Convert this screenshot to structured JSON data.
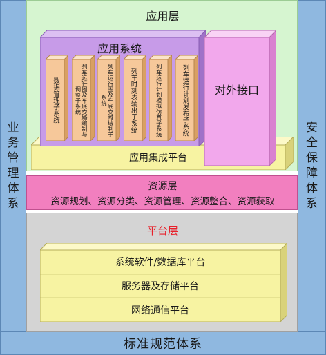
{
  "left_column": {
    "label": "业务管理体系",
    "color": "#8fb8e0"
  },
  "right_column": {
    "label": "安全保障体系",
    "color": "#8fb8e0"
  },
  "bottom_bar": {
    "label": "标准规范体系",
    "color": "#8fb8e0"
  },
  "application_layer": {
    "title": "应用层",
    "color": "#d6f5d0",
    "app_system": {
      "title": "应用系统",
      "color": "#c79be8",
      "subsystems": [
        "数据管理子系统",
        "列车运行图及车底交路编制与调整子系统",
        "列车运行图及车底交路绘制子系统",
        "列车时刻表输出子系统",
        "列车运行计划模拟仿真子系统",
        "列车运行计划发布子系统"
      ]
    },
    "external_interface": {
      "label": "对外接口",
      "color": "#f2a8ec"
    },
    "integration_platform": {
      "label": "应用集成平台",
      "color": "#f7f3a2"
    }
  },
  "resource_layer": {
    "title": "资源层",
    "items": "资源规划、资源分类、资源管理、资源整合、资源获取",
    "color": "#f27fbf"
  },
  "platform_layer": {
    "title": "平台层",
    "title_color": "#e8202a",
    "color": "#d4d4d4",
    "platforms": [
      "系统软件/数据库平台",
      "服务器及存储平台",
      "网络通信平台"
    ],
    "platform_color": "#f7f3a2"
  },
  "subsystem_color": "#f6c89a"
}
